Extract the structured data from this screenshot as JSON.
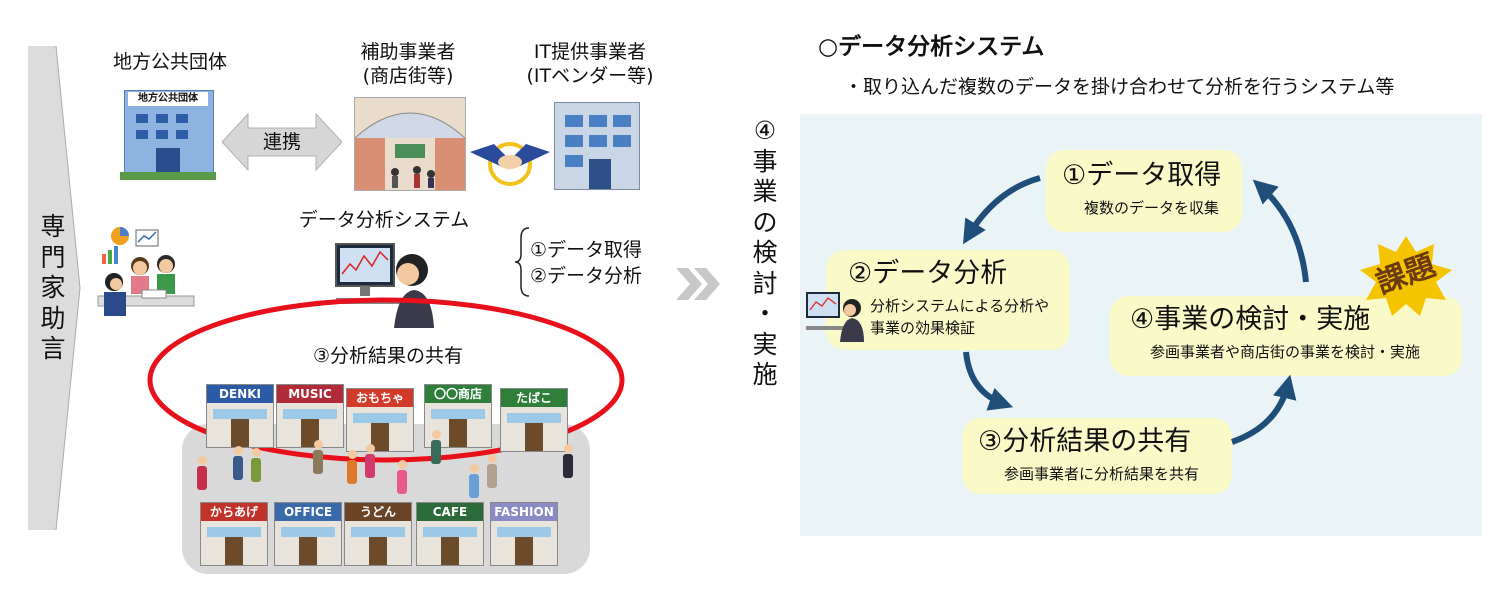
{
  "left": {
    "advice_chars": [
      "専",
      "門",
      "家",
      "助",
      "言"
    ],
    "local_gov": "地方公共団体",
    "local_gov_sign": "地方公共団体",
    "subsidy_line1": "補助事業者",
    "subsidy_line2": "(商店街等)",
    "it_line1": "IT提供事業者",
    "it_line2": "(ITベンダー等)",
    "renkei": "連携",
    "system_title": "データ分析システム",
    "step1": "①データ取得",
    "step2": "②データ分析",
    "share": "③分析結果の共有",
    "shops": [
      "DENKI",
      "MUSIC",
      "おもちゃ",
      "〇〇商店",
      "たばこ",
      "からあげ",
      "OFFICE",
      "うどん",
      "CAFE",
      "FASHION"
    ]
  },
  "middle": {
    "chars": [
      "④",
      "事",
      "業",
      "の",
      "検",
      "討",
      "・",
      "実",
      "施"
    ]
  },
  "right": {
    "heading": "○データ分析システム",
    "subheading": "・取り込んだ複数のデータを掛け合わせて分析を行うシステム等",
    "b1_title": "①データ取得",
    "b1_sub": "複数のデータを収集",
    "b2_title": "②データ分析",
    "b2_sub1": "分析システムによる分析や",
    "b2_sub2": "事業の効果検証",
    "b3_title": "③分析結果の共有",
    "b3_sub": "参画事業者に分析結果を共有",
    "b4_title": "④事業の検討・実施",
    "b4_sub": "参画事業者や商店街の事業を検討・実施",
    "badge": "課題"
  },
  "colors": {
    "arrow_blue": "#1f4e79",
    "bubble_fill": "#fafac8",
    "panel_fill": "#eaf4f7",
    "ring_red": "#e8101a",
    "badge_yellow": "#f5c400",
    "badge_text": "#6a3a0c"
  }
}
